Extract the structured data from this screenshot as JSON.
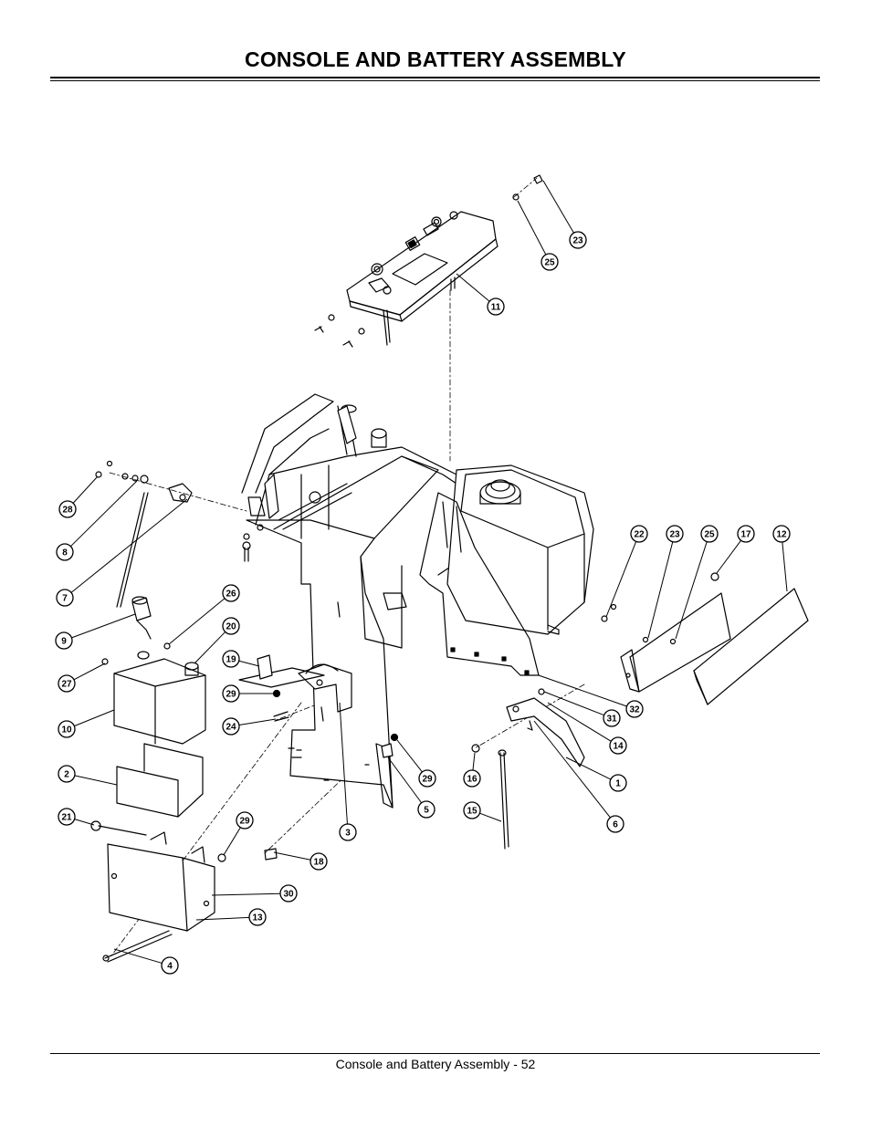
{
  "page": {
    "title": "CONSOLE AND BATTERY ASSEMBLY",
    "footer": "Console and Battery Assembly - 52"
  },
  "callouts": [
    {
      "id": "c23a",
      "label": "23"
    },
    {
      "id": "c25a",
      "label": "25"
    },
    {
      "id": "c11",
      "label": "11"
    },
    {
      "id": "c28",
      "label": "28"
    },
    {
      "id": "c8",
      "label": "8"
    },
    {
      "id": "c7",
      "label": "7"
    },
    {
      "id": "c9",
      "label": "9"
    },
    {
      "id": "c26",
      "label": "26"
    },
    {
      "id": "c20",
      "label": "20"
    },
    {
      "id": "c27",
      "label": "27"
    },
    {
      "id": "c19",
      "label": "19"
    },
    {
      "id": "c29a",
      "label": "29"
    },
    {
      "id": "c10",
      "label": "10"
    },
    {
      "id": "c24",
      "label": "24"
    },
    {
      "id": "c2",
      "label": "2"
    },
    {
      "id": "c21",
      "label": "21"
    },
    {
      "id": "c29b",
      "label": "29"
    },
    {
      "id": "c30",
      "label": "30"
    },
    {
      "id": "c13",
      "label": "13"
    },
    {
      "id": "c4",
      "label": "4"
    },
    {
      "id": "c18",
      "label": "18"
    },
    {
      "id": "c3",
      "label": "3"
    },
    {
      "id": "c5",
      "label": "5"
    },
    {
      "id": "c29c",
      "label": "29"
    },
    {
      "id": "c16",
      "label": "16"
    },
    {
      "id": "c15",
      "label": "15"
    },
    {
      "id": "c6",
      "label": "6"
    },
    {
      "id": "c1",
      "label": "1"
    },
    {
      "id": "c14",
      "label": "14"
    },
    {
      "id": "c31",
      "label": "31"
    },
    {
      "id": "c32",
      "label": "32"
    },
    {
      "id": "c22",
      "label": "22"
    },
    {
      "id": "c23b",
      "label": "23"
    },
    {
      "id": "c25b",
      "label": "25"
    },
    {
      "id": "c17",
      "label": "17"
    },
    {
      "id": "c12",
      "label": "12"
    }
  ]
}
